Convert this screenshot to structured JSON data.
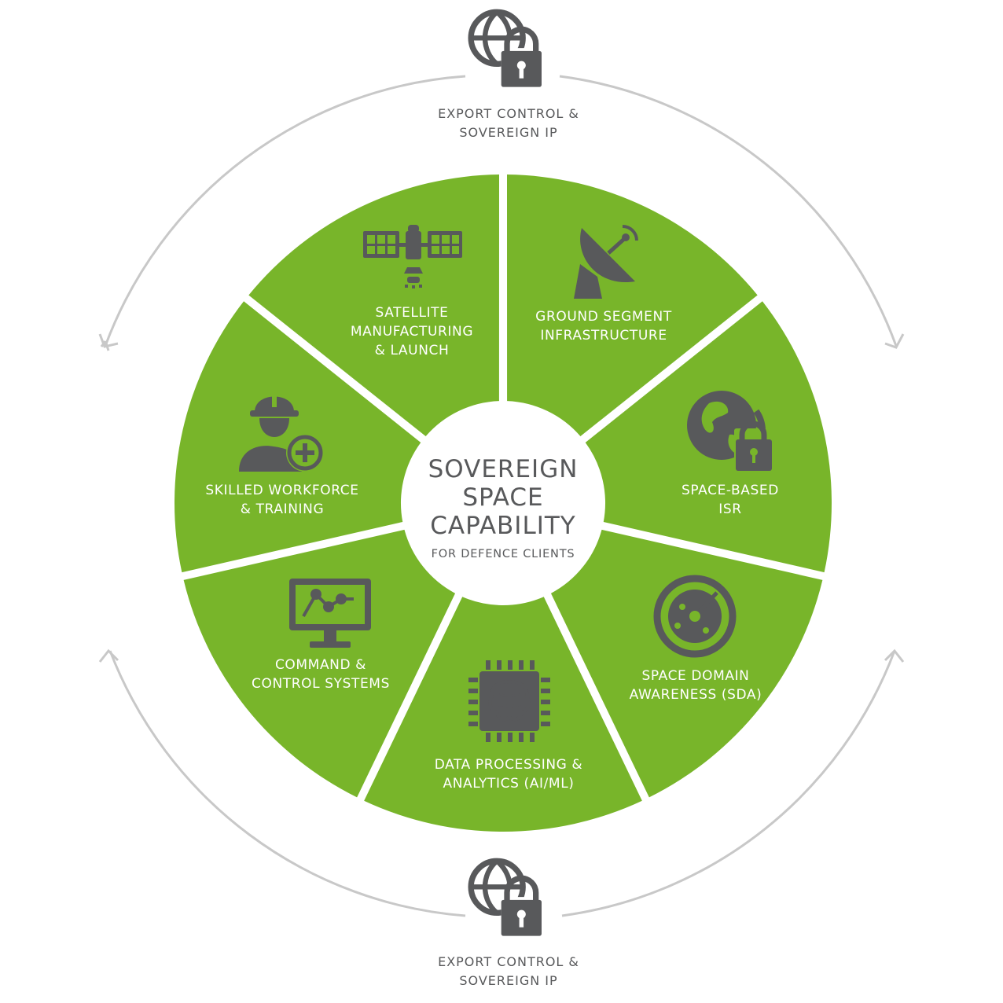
{
  "center": {
    "title_lines": [
      "SOVEREIGN",
      "SPACE",
      "CAPABILITY"
    ],
    "subtitle": "FOR DEFENCE CLIENTS"
  },
  "export_top": {
    "lines": [
      "EXPORT CONTROL &",
      "SOVEREIGN IP"
    ],
    "icon": "globe-lock-icon"
  },
  "export_bottom": {
    "lines": [
      "EXPORT CONTROL &",
      "SOVEREIGN IP"
    ],
    "icon": "globe-lock-icon"
  },
  "segments": [
    {
      "lines": [
        "SATELLITE",
        "MANUFACTURING",
        "& LAUNCH"
      ],
      "icon": "satellite-icon"
    },
    {
      "lines": [
        "GROUND SEGMENT",
        "INFRASTRUCTURE"
      ],
      "icon": "satellite-dish-icon"
    },
    {
      "lines": [
        "SPACE-BASED",
        "ISR"
      ],
      "icon": "globe-lock-icon"
    },
    {
      "lines": [
        "SPACE DOMAIN",
        "AWARENESS (SDA)"
      ],
      "icon": "radar-icon"
    },
    {
      "lines": [
        "DATA PROCESSING &",
        "ANALYTICS (AI/ML)"
      ],
      "icon": "ai-chip-icon"
    },
    {
      "lines": [
        "COMMAND &",
        "CONTROL SYSTEMS"
      ],
      "icon": "monitor-analytics-icon"
    },
    {
      "lines": [
        "SKILLED WORKFORCE",
        "& TRAINING"
      ],
      "icon": "worker-icon"
    }
  ],
  "colors": {
    "segment": "#78b52a",
    "icon": "#58595b",
    "arrow": "#c8c8c8",
    "text_dark": "#58595b"
  }
}
